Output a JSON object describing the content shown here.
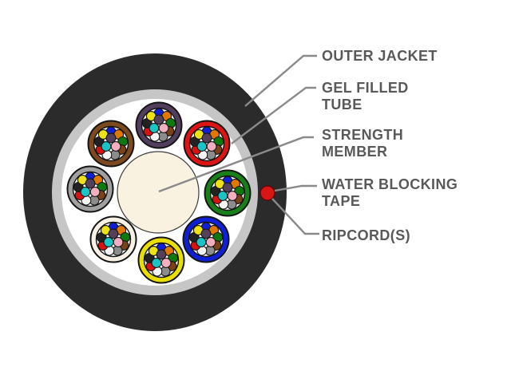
{
  "diagram": {
    "type": "fiber-optic-cable-cross-section",
    "labels": {
      "outer_jacket": "OUTER JACKET",
      "gel_filled_tube": "GEL FILLED\nTUBE",
      "strength_member": "STRENGTH\nMEMBER",
      "water_blocking_tape": "WATER BLOCKING\nTAPE",
      "ripcords": "RIPCORD(S)"
    },
    "colors": {
      "outer_jacket": "#2b2b2b",
      "water_blocking_tape": "#c6c6c6",
      "interior": "#ffffff",
      "strength_member": "#faf2e0",
      "ripcord_dot": "#d81616",
      "leader_line": "#8a8a8a",
      "label_text": "#595959"
    },
    "tubes": [
      {
        "name": "violet",
        "color": "#513d5c"
      },
      {
        "name": "brown",
        "color": "#7c4a1e"
      },
      {
        "name": "red",
        "color": "#dc1414"
      },
      {
        "name": "slate",
        "color": "#a0a0a0"
      },
      {
        "name": "green",
        "color": "#188018"
      },
      {
        "name": "white",
        "color": "#f6f1e4"
      },
      {
        "name": "blue",
        "color": "#0f1fd6"
      },
      {
        "name": "yellow",
        "color": "#e8de00"
      }
    ],
    "fiber_colors": {
      "outer_ring": [
        {
          "name": "blue",
          "color": "#0f1fd6"
        },
        {
          "name": "orange",
          "color": "#e07800"
        },
        {
          "name": "green",
          "color": "#0e7a0e"
        },
        {
          "name": "brown",
          "color": "#7a4216"
        },
        {
          "name": "slate",
          "color": "#8c8c8c"
        },
        {
          "name": "white",
          "color": "#f4f4f4"
        },
        {
          "name": "red",
          "color": "#d91111"
        },
        {
          "name": "black",
          "color": "#222222"
        },
        {
          "name": "yellow",
          "color": "#ede312"
        }
      ],
      "inner_ring": [
        {
          "name": "violet",
          "color": "#544059"
        },
        {
          "name": "rose",
          "color": "#f2afc0"
        },
        {
          "name": "aqua",
          "color": "#18c4c4"
        }
      ]
    }
  }
}
